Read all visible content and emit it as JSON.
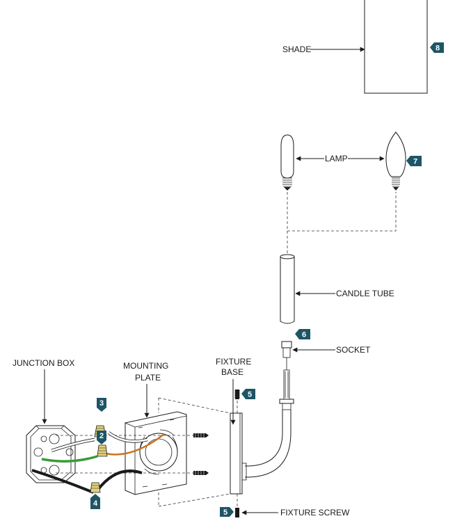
{
  "labels": {
    "shade": "SHADE",
    "lamp": "LAMP",
    "candle_tube": "CANDLE TUBE",
    "socket": "SOCKET",
    "junction_box": "JUNCTION BOX",
    "mounting_plate_line1": "MOUNTING",
    "mounting_plate_line2": "PLATE",
    "fixture_base_line1": "FIXTURE",
    "fixture_base_line2": "BASE",
    "fixture_screw": "FIXTURE SCREW"
  },
  "tags": {
    "shade": "8",
    "lamp": "7",
    "socket": "6",
    "fixture_screw_top": "5",
    "fixture_screw_bottom": "5",
    "connector_top": "3",
    "connector_middle": "2",
    "connector_bottom": "4"
  },
  "colors": {
    "tag_fill": "#1e5566",
    "ground_wire": "#3a9a3a",
    "copper_wire": "#c8741e",
    "connector": "#e2d17a",
    "line": "#1a1a1a"
  }
}
